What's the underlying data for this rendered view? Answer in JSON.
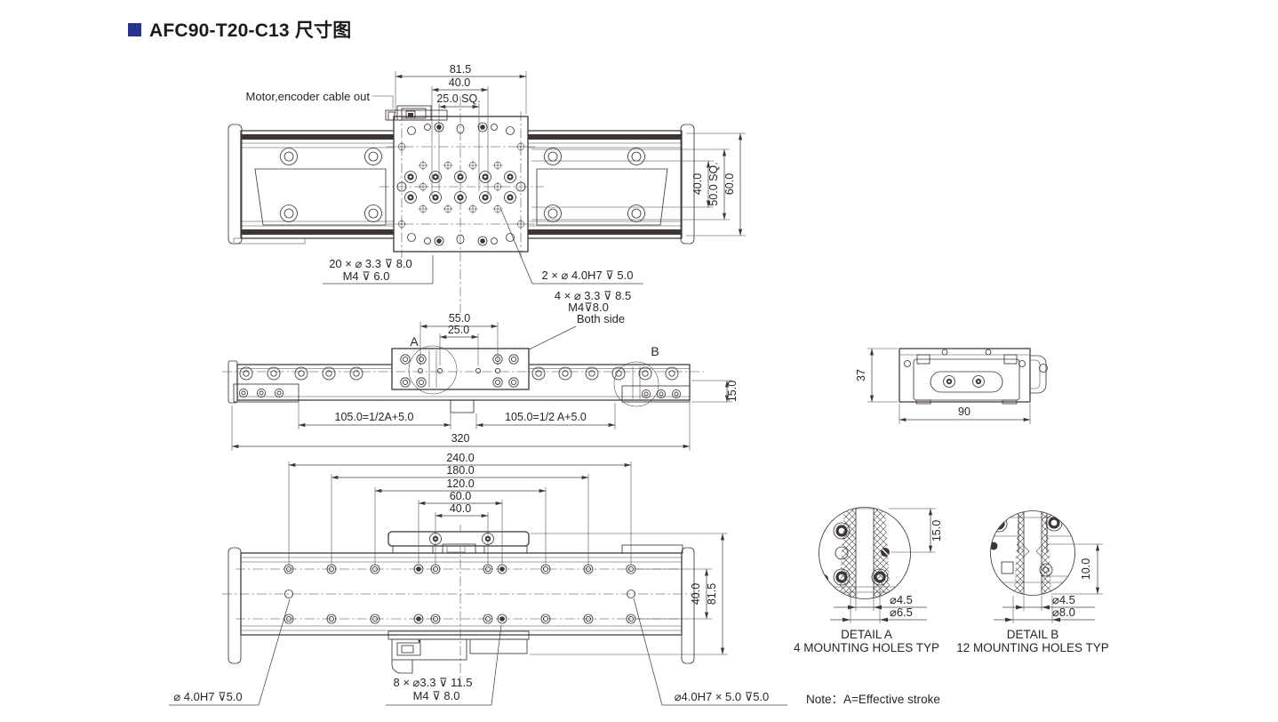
{
  "title": "AFC90-T20-C13 尺寸图",
  "colors": {
    "accent": "#2a3490",
    "line": "#3d3634",
    "background": "#ffffff"
  },
  "top_view": {
    "cable_label": "Motor,encoder cable out",
    "dim_width_outer": "81.5",
    "dim_width_mid": "40.0",
    "dim_width_sq": "25.0 SQ.",
    "dim_h_40": "40.0",
    "dim_h_50sq": "50.0 SQ.",
    "dim_h_60": "60.0",
    "callout_20_line1": "20 × ⌀ 3.3 ⊽ 8.0",
    "callout_20_line2": "M4 ⊽ 6.0",
    "callout_2": "2 × ⌀ 4.0H7 ⊽ 5.0",
    "callout_4_line1": "4 × ⌀ 3.3 ⊽ 8.5",
    "callout_4_line2": "M4⊽8.0",
    "callout_4_line3": "Both side"
  },
  "side_view": {
    "dim_55": "55.0",
    "dim_25": "25.0",
    "label_a": "A",
    "label_b": "B",
    "dim_105_left": "105.0=1/2A+5.0",
    "dim_105_right": "105.0=1/2 A+5.0",
    "dim_320": "320",
    "dim_15": "15.0"
  },
  "end_view": {
    "dim_37": "37",
    "dim_90": "90"
  },
  "bottom_view": {
    "dim_240": "240.0",
    "dim_180": "180.0",
    "dim_120": "120.0",
    "dim_60": "60.0",
    "dim_40": "40.0",
    "dim_h40": "40.0",
    "dim_h815": "81.5",
    "callout_8_line1": "8 × ⌀3.3 ⊽ 11.5",
    "callout_8_line2": "M4 ⊽ 8.0",
    "callout_pin_left": "⌀ 4.0H7 ⊽5.0",
    "callout_pin_right": "⌀4.0H7 × 5.0 ⊽5.0"
  },
  "detail_a": {
    "dim_15": "15.0",
    "dim_d1": "⌀4.5",
    "dim_d2": "⌀6.5",
    "title": "DETAIL A",
    "subtitle": "4 MOUNTING HOLES TYP"
  },
  "detail_b": {
    "dim_10": "10.0",
    "dim_d1": "⌀4.5",
    "dim_d2": "⌀8.0",
    "title": "DETAIL B",
    "subtitle": "12 MOUNTING HOLES TYP"
  },
  "note": "Note：A=Effective stroke"
}
